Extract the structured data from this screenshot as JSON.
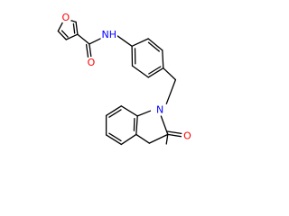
{
  "colors": {
    "bond": "#000000",
    "oxygen": "#ff0000",
    "nitrogen": "#0000ff",
    "background": "#ffffff"
  },
  "atoms": {
    "furan_o": "O",
    "carbonyl_o": "O",
    "amide_n": "NH",
    "ring_n": "N",
    "lactam_o": "O"
  }
}
